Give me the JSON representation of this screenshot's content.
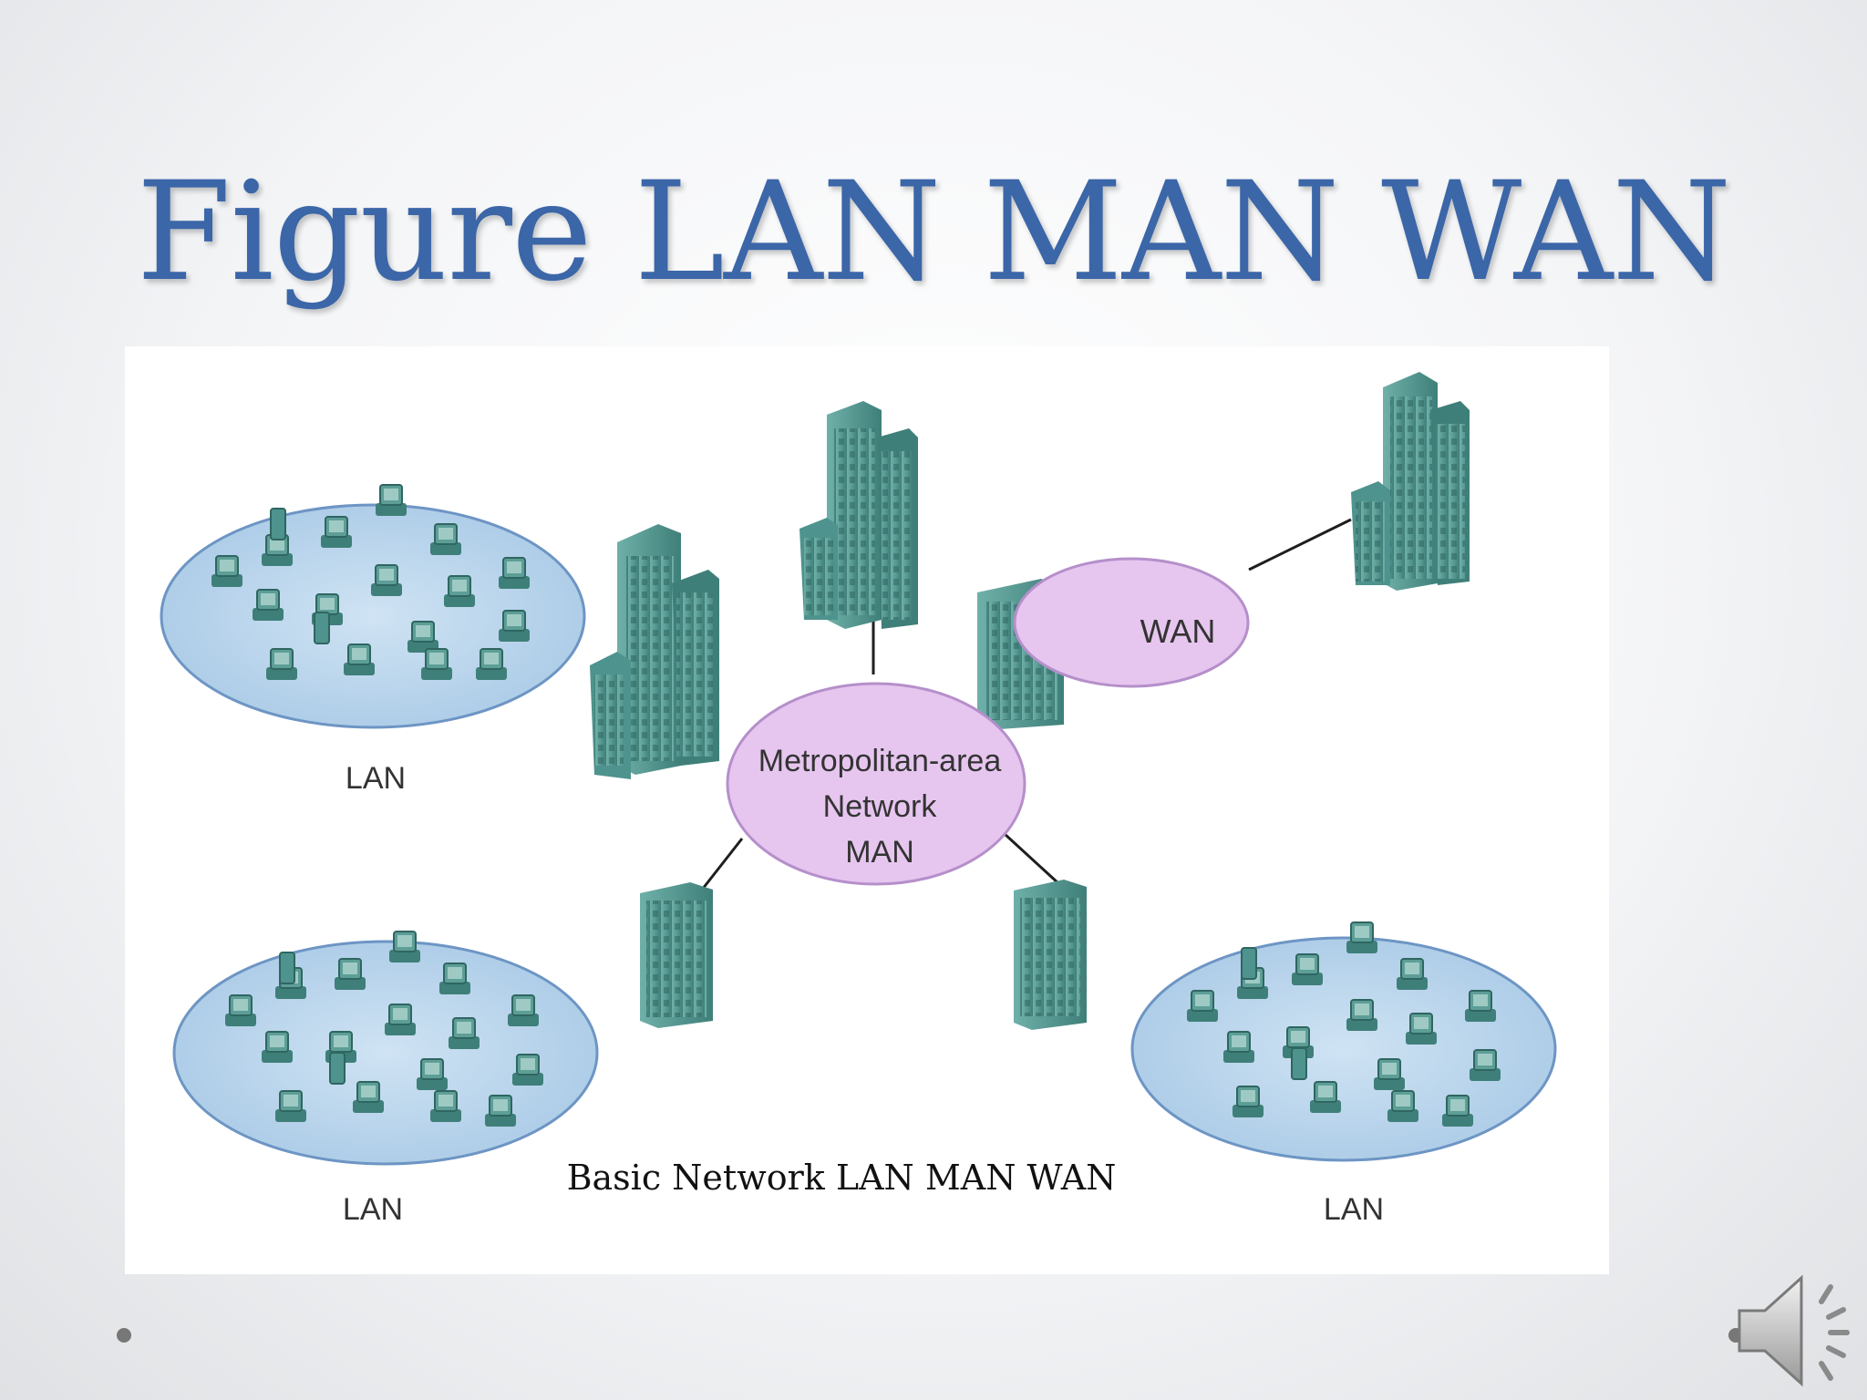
{
  "title": "Figure LAN MAN WAN",
  "diagram": {
    "lan_top_left": "LAN",
    "lan_bottom_left": "LAN",
    "lan_bottom_right": "LAN",
    "wan": "WAN",
    "man_line1": "Metropolitan-area",
    "man_line2": "Network",
    "man_line3": "MAN",
    "caption": "Basic Network LAN MAN WAN"
  },
  "colors": {
    "title": "#3b66a8",
    "lan_fill": "#bcd8ee",
    "cloud_fill": "#e6c6ef",
    "building": "#4e938d"
  },
  "icons": [
    "speaker-icon",
    "building-icon",
    "computer-icon"
  ]
}
